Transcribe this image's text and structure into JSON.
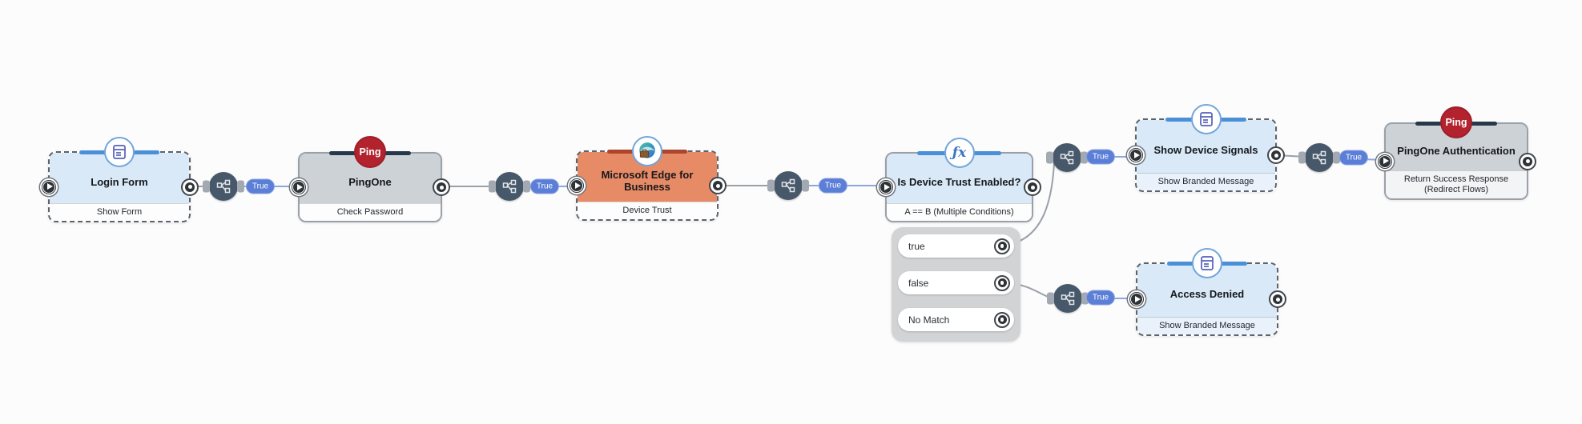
{
  "icons": {
    "ping_text": "Ping",
    "fx_text": "ƒx"
  },
  "nodes": [
    {
      "title": "Login Form",
      "subtitle": "Show Form",
      "icon": "form-icon"
    },
    {
      "title": "PingOne",
      "subtitle": "Check Password",
      "icon": "ping-logo"
    },
    {
      "title": "Microsoft Edge for Business",
      "subtitle": "Device Trust",
      "icon": "edge-for-business-icon"
    },
    {
      "title": "Is Device Trust Enabled?",
      "subtitle": "A == B (Multiple Conditions)",
      "icon": "function-icon"
    },
    {
      "title": "Show Device Signals",
      "subtitle": "Show Branded Message",
      "icon": "form-icon"
    },
    {
      "title": "PingOne Authentication",
      "subtitle": "Return Success Response (Redirect Flows)",
      "icon": "ping-logo"
    },
    {
      "title": "Access Denied",
      "subtitle": "Show Branded Message",
      "icon": "form-icon"
    }
  ],
  "connectors": [
    {
      "label": "True"
    },
    {
      "label": "True"
    },
    {
      "label": "True"
    },
    {
      "label": "True"
    },
    {
      "label": "True"
    },
    {
      "label": "True"
    }
  ],
  "branches": [
    {
      "label": "true"
    },
    {
      "label": "false"
    },
    {
      "label": "No Match"
    }
  ],
  "colors": {
    "accent_blue": "#4a90d8",
    "navy_bar": "#26384a",
    "brick_bar": "#ad452c",
    "node_blue": "#d9e9f8",
    "node_gray": "#cdd2d7",
    "node_orange": "#e78a66",
    "ping_red": "#b2232e",
    "pill_blue": "#5b7ed7",
    "wire_gray": "#9aa0a6",
    "wire_blue": "#8da6de"
  }
}
